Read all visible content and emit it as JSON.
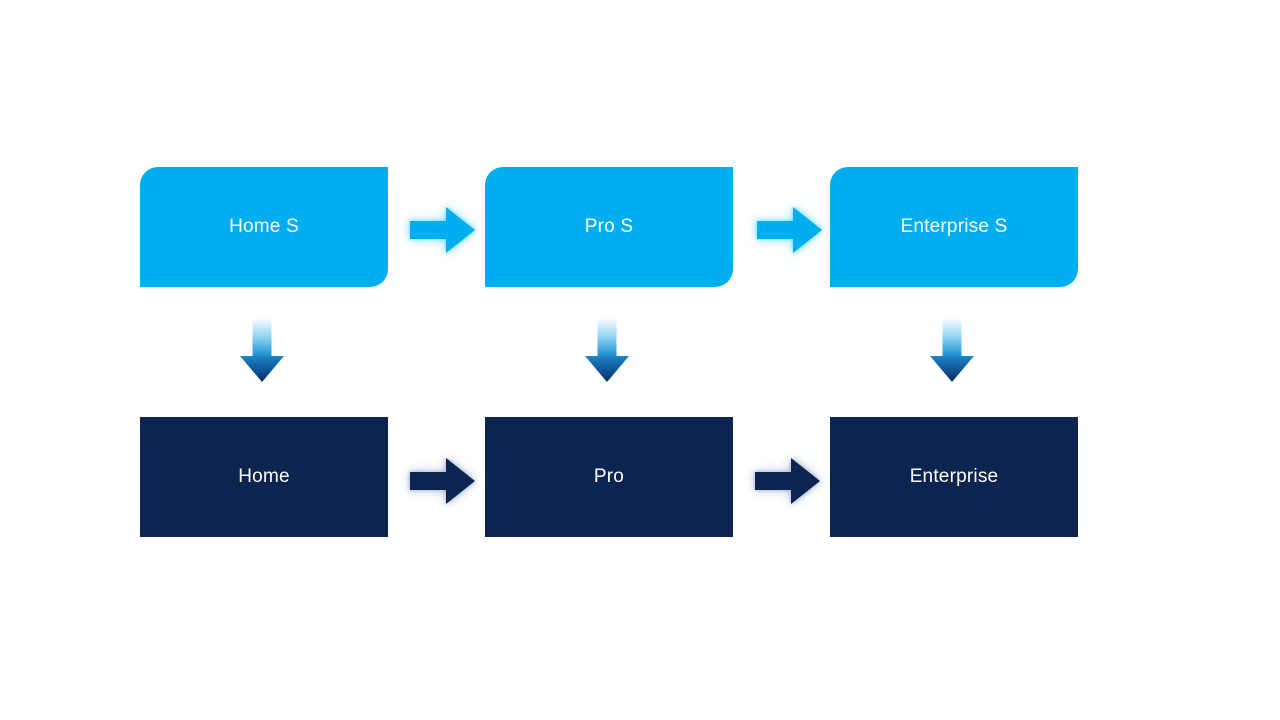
{
  "diagram": {
    "background_color": "#FFFFFF",
    "columns": [
      {
        "top": {
          "label": "Home S"
        },
        "bottom": {
          "label": "Home"
        }
      },
      {
        "top": {
          "label": "Pro S"
        },
        "bottom": {
          "label": "Pro"
        }
      },
      {
        "top": {
          "label": "Enterprise S"
        },
        "bottom": {
          "label": "Enterprise"
        }
      }
    ],
    "connections": [
      {
        "from": "Home S",
        "to": "Pro S",
        "direction": "right"
      },
      {
        "from": "Pro S",
        "to": "Enterprise S",
        "direction": "right"
      },
      {
        "from": "Home",
        "to": "Pro",
        "direction": "right"
      },
      {
        "from": "Pro",
        "to": "Enterprise",
        "direction": "right"
      },
      {
        "from": "Home S",
        "to": "Home",
        "direction": "down"
      },
      {
        "from": "Pro S",
        "to": "Pro",
        "direction": "down"
      },
      {
        "from": "Enterprise S",
        "to": "Enterprise",
        "direction": "down"
      }
    ],
    "colors": {
      "top_box_fill": "#00AEEF",
      "bottom_box_fill": "#0C2450",
      "label_text": "#FFFFFF",
      "right_arrow_top_fill": "#00AEEF",
      "right_arrow_bottom_fill": "#0C2450",
      "down_arrow_gradient": [
        "#FFFFFF",
        "#8FD2F2",
        "#2A9AD8",
        "#1B7FC0",
        "#0D4D8D",
        "#0C2B57"
      ]
    }
  }
}
